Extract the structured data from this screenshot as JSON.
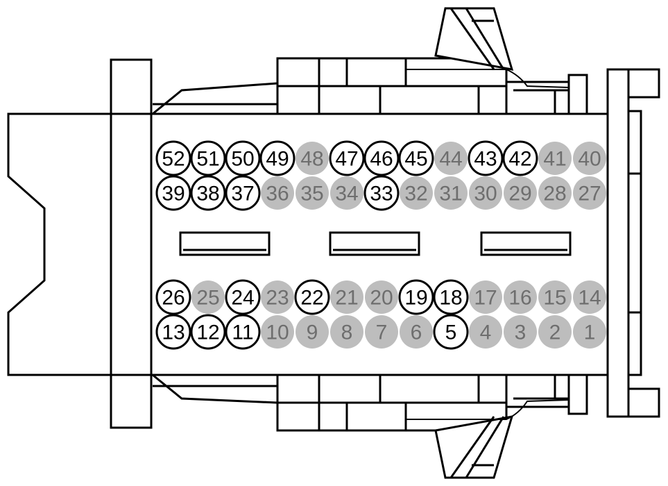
{
  "colors": {
    "outline": "#000000",
    "background": "#ffffff",
    "used_fill": "#ffffff",
    "used_text": "#000000",
    "unused_fill": "#bdbdbd",
    "unused_text": "#6e6e6e"
  },
  "pin_rows": [
    {
      "row": "top-1",
      "pins": [
        {
          "label": "52",
          "used": true
        },
        {
          "label": "51",
          "used": true
        },
        {
          "label": "50",
          "used": true
        },
        {
          "label": "49",
          "used": true
        },
        {
          "label": "48",
          "used": false
        },
        {
          "label": "47",
          "used": true
        },
        {
          "label": "46",
          "used": true
        },
        {
          "label": "45",
          "used": true
        },
        {
          "label": "44",
          "used": false
        },
        {
          "label": "43",
          "used": true
        },
        {
          "label": "42",
          "used": true
        },
        {
          "label": "41",
          "used": false
        },
        {
          "label": "40",
          "used": false
        }
      ]
    },
    {
      "row": "top-2",
      "pins": [
        {
          "label": "39",
          "used": true
        },
        {
          "label": "38",
          "used": true
        },
        {
          "label": "37",
          "used": true
        },
        {
          "label": "36",
          "used": false
        },
        {
          "label": "35",
          "used": false
        },
        {
          "label": "34",
          "used": false
        },
        {
          "label": "33",
          "used": true
        },
        {
          "label": "32",
          "used": false
        },
        {
          "label": "31",
          "used": false
        },
        {
          "label": "30",
          "used": false
        },
        {
          "label": "29",
          "used": false
        },
        {
          "label": "28",
          "used": false
        },
        {
          "label": "27",
          "used": false
        }
      ]
    },
    {
      "row": "bottom-1",
      "pins": [
        {
          "label": "26",
          "used": true
        },
        {
          "label": "25",
          "used": false
        },
        {
          "label": "24",
          "used": true
        },
        {
          "label": "23",
          "used": false
        },
        {
          "label": "22",
          "used": true
        },
        {
          "label": "21",
          "used": false
        },
        {
          "label": "20",
          "used": false
        },
        {
          "label": "19",
          "used": true
        },
        {
          "label": "18",
          "used": true
        },
        {
          "label": "17",
          "used": false
        },
        {
          "label": "16",
          "used": false
        },
        {
          "label": "15",
          "used": false
        },
        {
          "label": "14",
          "used": false
        }
      ]
    },
    {
      "row": "bottom-2",
      "pins": [
        {
          "label": "13",
          "used": true
        },
        {
          "label": "12",
          "used": true
        },
        {
          "label": "11",
          "used": true
        },
        {
          "label": "10",
          "used": false
        },
        {
          "label": "9",
          "used": false
        },
        {
          "label": "8",
          "used": false
        },
        {
          "label": "7",
          "used": false
        },
        {
          "label": "6",
          "used": false
        },
        {
          "label": "5",
          "used": true
        },
        {
          "label": "4",
          "used": false
        },
        {
          "label": "3",
          "used": false
        },
        {
          "label": "2",
          "used": false
        },
        {
          "label": "1",
          "used": false
        }
      ]
    }
  ]
}
